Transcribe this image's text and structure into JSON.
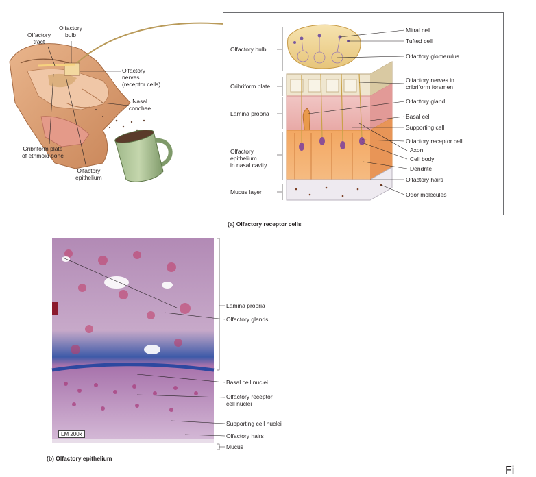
{
  "panel_a": {
    "caption": "(a) Olfactory receptor cells",
    "head_labels": {
      "olfactory_tract": "Olfactory\ntract",
      "olfactory_bulb": "Olfactory\nbulb",
      "olfactory_nerves": "Olfactory\nnerves\n(receptor cells)",
      "nasal_conchae": "Nasal\nconchae",
      "cribriform_plate": "Cribriform plate\nof ethmoid bone",
      "olfactory_epithelium": "Olfactory\nepithelium"
    },
    "left_labels": {
      "olfactory_bulb": "Olfactory bulb",
      "cribriform_plate": "Cribriform plate",
      "lamina_propria": "Lamina propria",
      "olfactory_epithelium": "Olfactory\nepithelium\nin nasal cavity",
      "mucus_layer": "Mucus layer"
    },
    "right_labels": {
      "mitral_cell": "Mitral cell",
      "tufted_cell": "Tufted cell",
      "olfactory_glomerulus": "Olfactory glomerulus",
      "olfactory_nerves": "Olfactory nerves in\ncribriform foramen",
      "olfactory_gland": "Olfactory gland",
      "basal_cell": "Basal cell",
      "supporting_cell": "Supporting cell",
      "olfactory_receptor_cell": "Olfactory receptor cell",
      "axon": "Axon",
      "cell_body": "Cell body",
      "dendrite": "Dendrite",
      "olfactory_hairs": "Olfactory hairs",
      "odor_molecules": "Odor molecules"
    }
  },
  "panel_b": {
    "caption": "(b) Olfactory epithelium",
    "scale": "LM 200x",
    "labels": {
      "lamina_propria": "Lamina propria",
      "olfactory_glands": "Olfactory glands",
      "basal_cell_nuclei": "Basal cell nuclei",
      "olfactory_receptor_nuclei": "Olfactory receptor\ncell nuclei",
      "supporting_cell_nuclei": "Supporting cell nuclei",
      "olfactory_hairs": "Olfactory hairs",
      "mucus": "Mucus"
    }
  },
  "figure_fragment": "Fi"
}
